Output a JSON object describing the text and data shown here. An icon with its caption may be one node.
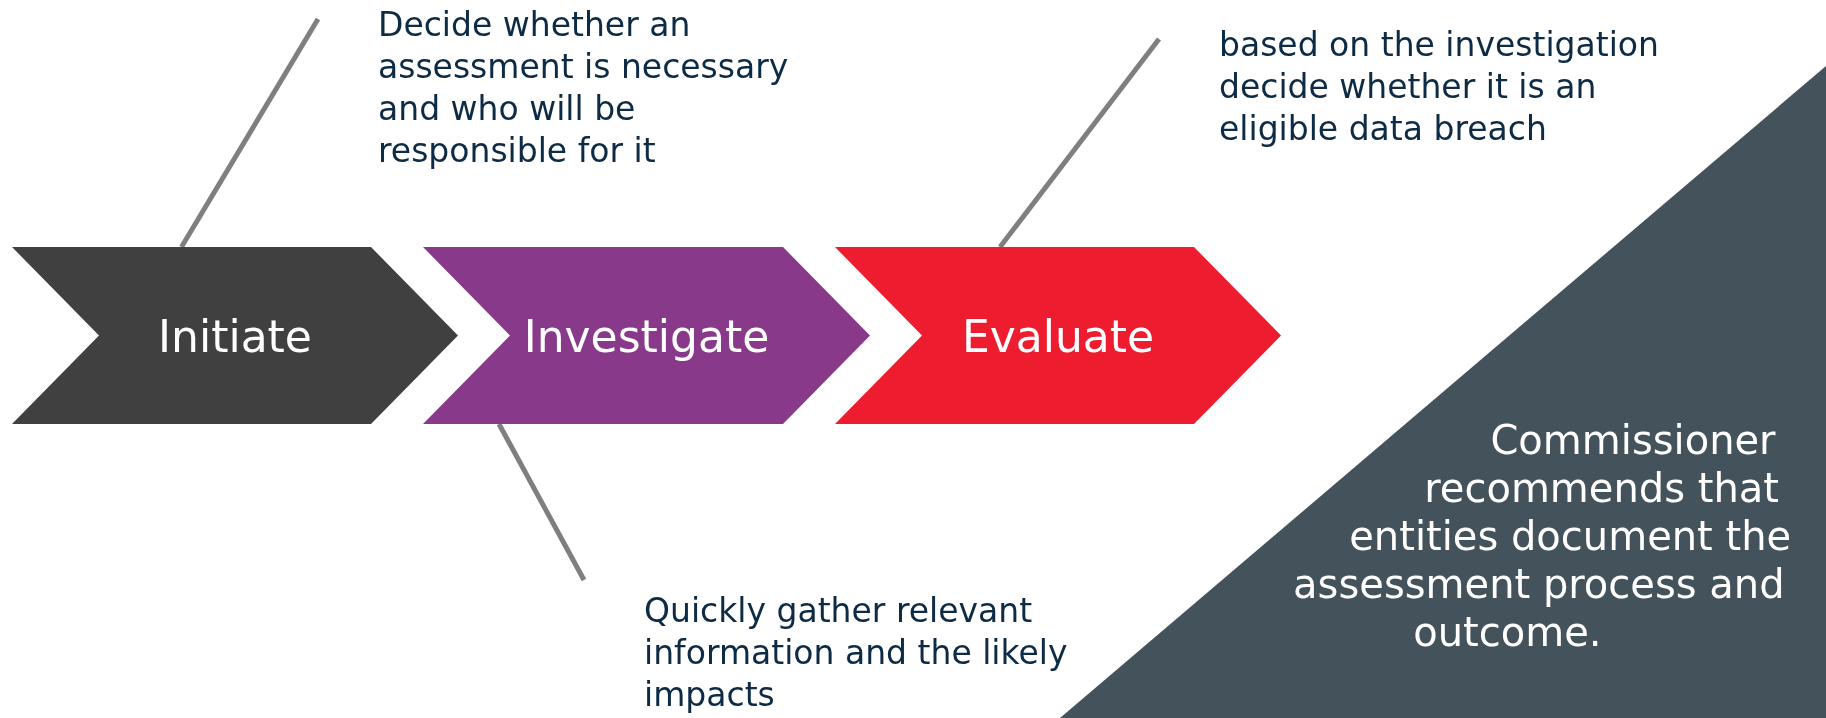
{
  "diagram": {
    "nodes": [
      {
        "text": [
          "Initiate"
        ]
      },
      {
        "text": [
          "Investigate"
        ]
      },
      {
        "text": [
          "Evaluate"
        ]
      },
      {
        "text": [
          "Decide whether an assessment is necessary and who will be responsible for it"
        ]
      },
      {
        "text": [
          "Quickly gather relevant information and the likely impacts"
        ]
      },
      {
        "text": [
          "based on the investigation decide whether it is an eligible data breach"
        ]
      },
      {
        "text": [
          "Commissioner recommends that entities document the assessment process and outcome."
        ]
      }
    ],
    "edges": [
      {
        "from": 3,
        "to": 0,
        "arrow": "none"
      },
      {
        "from": 4,
        "to": 1,
        "arrow": "none"
      },
      {
        "from": 5,
        "to": 2,
        "arrow": "none"
      }
    ]
  }
}
